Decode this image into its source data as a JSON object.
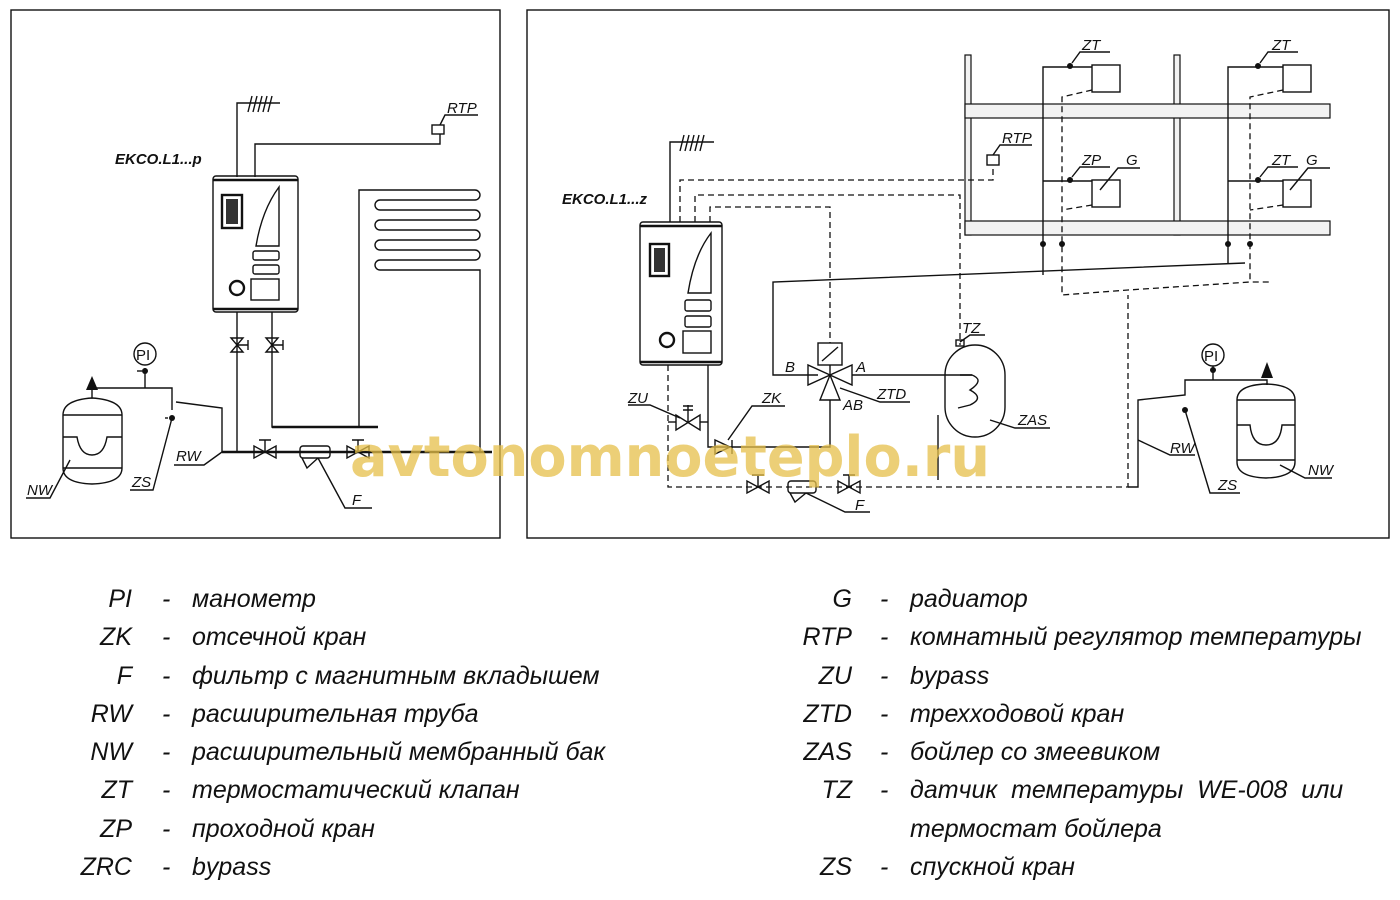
{
  "left_diagram": {
    "model": "EKCO.L1...p",
    "rtp": "RTP",
    "pi": "PI",
    "rw": "RW",
    "nw": "NW",
    "zs": "ZS",
    "f": "F"
  },
  "right_diagram": {
    "model": "EKCO.L1...z",
    "rtp": "RTP",
    "zt1": "ZT",
    "zt2": "ZT",
    "zt3": "ZT",
    "zp": "ZP",
    "g1": "G",
    "g2": "G",
    "tz": "TZ",
    "zu": "ZU",
    "zk": "ZK",
    "b": "B",
    "a": "A",
    "ab": "AB",
    "ztd": "ZTD",
    "zas": "ZAS",
    "f": "F",
    "pi": "PI",
    "rw": "RW",
    "zs": "ZS",
    "nw": "NW"
  },
  "watermark": "avtonomnoeteplo.ru",
  "legend_left": [
    {
      "code": "PI",
      "dash": "-",
      "text": "манометр"
    },
    {
      "code": "ZK",
      "dash": "-",
      "text": "отсечной кран"
    },
    {
      "code": "F",
      "dash": "-",
      "text": "фильтр с магнитным вкладышем"
    },
    {
      "code": "RW",
      "dash": "-",
      "text": "расширительная труба"
    },
    {
      "code": "NW",
      "dash": "-",
      "text": "расширительный мембранный бак"
    },
    {
      "code": "ZT",
      "dash": "-",
      "text": "термостатический клапан"
    },
    {
      "code": "ZP",
      "dash": "-",
      "text": "проходной кран"
    },
    {
      "code": "ZRC",
      "dash": "-",
      "text": "bypass"
    }
  ],
  "legend_right": [
    {
      "code": "G",
      "dash": "-",
      "text": "радиатор"
    },
    {
      "code": "RTP",
      "dash": "-",
      "text": "комнатный регулятор температуры"
    },
    {
      "code": "ZU",
      "dash": "-",
      "text": "bypass"
    },
    {
      "code": "ZTD",
      "dash": "-",
      "text": "трехходовой кран"
    },
    {
      "code": "ZAS",
      "dash": "-",
      "text": "бойлер со змеевиком"
    },
    {
      "code": "TZ",
      "dash": "-",
      "text": "датчик  температуры  WE-008  или"
    },
    {
      "code": "",
      "dash": "",
      "text": "термостат бойлера"
    },
    {
      "code": "ZS",
      "dash": "-",
      "text": "спускной кран"
    }
  ]
}
